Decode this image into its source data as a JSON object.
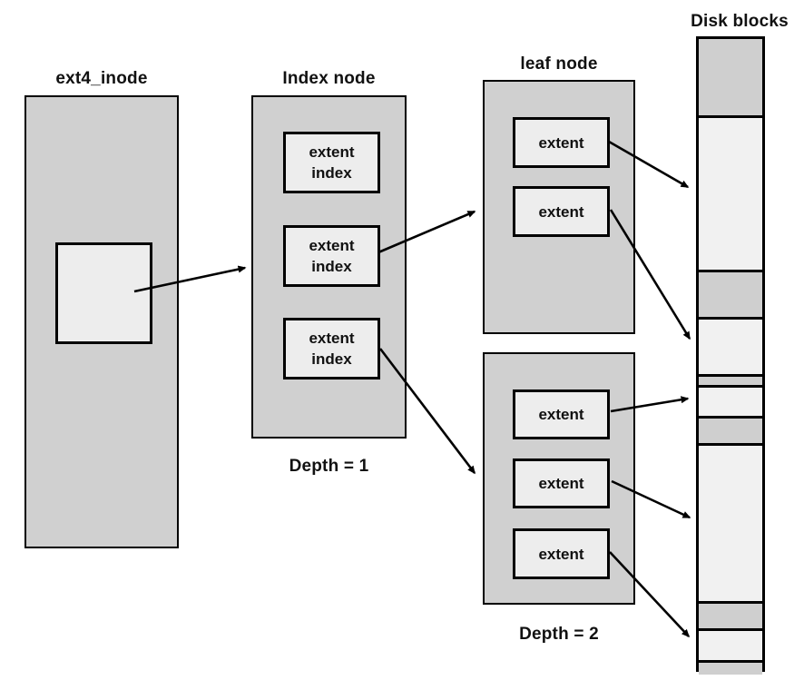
{
  "diagram": {
    "inode": {
      "title": "ext4_inode"
    },
    "index_node": {
      "title": "Index node",
      "depth_label": "Depth = 1",
      "entries": [
        {
          "label": "extent index"
        },
        {
          "label": "extent index"
        },
        {
          "label": "extent index"
        }
      ]
    },
    "leaf_node_1": {
      "title": "leaf node",
      "entries": [
        {
          "label": "extent"
        },
        {
          "label": "extent"
        }
      ]
    },
    "leaf_node_2": {
      "depth_label": "Depth = 2",
      "entries": [
        {
          "label": "extent"
        },
        {
          "label": "extent"
        },
        {
          "label": "extent"
        }
      ]
    },
    "disk": {
      "title": "Disk blocks",
      "segments": [
        {
          "height": 87,
          "shade": "dark"
        },
        {
          "height": 170,
          "shade": "light"
        },
        {
          "height": 52,
          "shade": "dark"
        },
        {
          "height": 63,
          "shade": "light"
        },
        {
          "height": 12,
          "shade": "dark"
        },
        {
          "height": 34,
          "shade": "light"
        },
        {
          "height": 30,
          "shade": "dark"
        },
        {
          "height": 174,
          "shade": "light"
        },
        {
          "height": 30,
          "shade": "dark"
        },
        {
          "height": 35,
          "shade": "light"
        },
        {
          "height": 13,
          "shade": "dark"
        }
      ]
    },
    "colors": {
      "node_fill": "#d0d0d0",
      "entry_fill": "#ededed",
      "disk_light": "#f1f1f1",
      "disk_dark": "#cfcfcf",
      "border": "#000000",
      "background": "#ffffff"
    }
  }
}
